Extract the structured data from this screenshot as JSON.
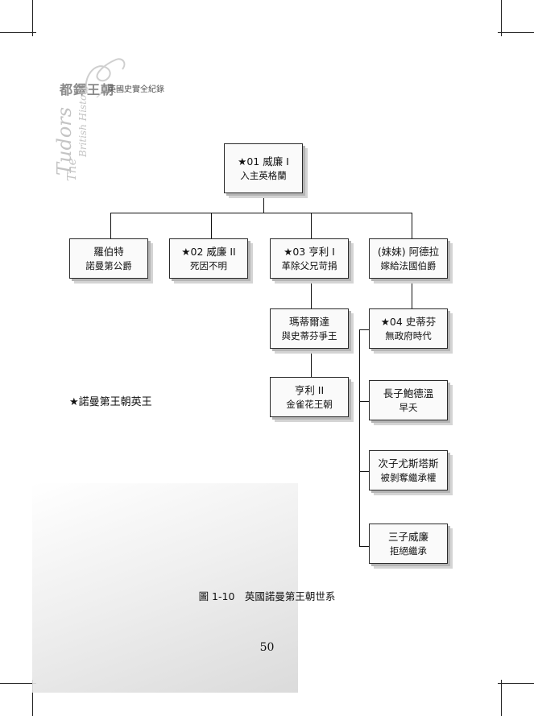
{
  "header": {
    "title": "都鐸王朝",
    "subtitle": "英國史實全紀錄",
    "script_tudors": "Tudors",
    "script_the": "The",
    "script_british": "British History"
  },
  "diagram": {
    "root": {
      "title": "★01 威廉 I",
      "note": "入主英格蘭"
    },
    "children": [
      {
        "title": "羅伯特",
        "note": "諾曼第公爵"
      },
      {
        "title": "★02 威廉 II",
        "note": "死因不明"
      },
      {
        "title": "★03 亨利 I",
        "note": "革除父兄苛捐"
      },
      {
        "title": "(妹妹) 阿德拉",
        "note": "嫁給法國伯爵"
      }
    ],
    "henry_line": [
      {
        "title": "瑪蒂爾達",
        "note": "與史蒂芬爭王"
      },
      {
        "title": "亨利 II",
        "note": "金雀花王朝"
      }
    ],
    "adela_line": {
      "title": "★04 史蒂芬",
      "note": "無政府時代"
    },
    "siblings": [
      {
        "title": "長子鮑德溫",
        "note": "早夭"
      },
      {
        "title": "次子尤斯塔斯",
        "note": "被剝奪繼承權"
      },
      {
        "title": "三子威廉",
        "note": "拒絕繼承"
      }
    ]
  },
  "legend": "★諾曼第王朝英王",
  "caption": "圖 1-10　英國諾曼第王朝世系",
  "page_number": "50"
}
